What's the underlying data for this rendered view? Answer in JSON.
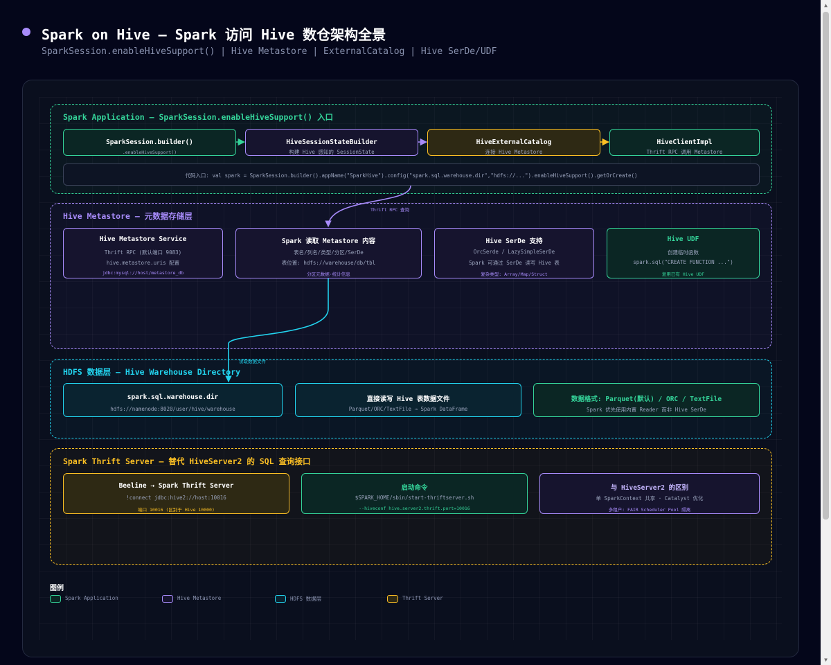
{
  "header": {
    "title": "Spark on Hive — Spark 访问 Hive 数仓架构全景",
    "subtitle": "SparkSession.enableHiveSupport() | Hive Metastore | ExternalCatalog | Hive SerDe/UDF"
  },
  "layers": {
    "spark": {
      "title": "Spark Application — SparkSession.enableHiveSupport() 入口",
      "nodes": [
        {
          "title": "SparkSession.builder()",
          "sub": ".enableHiveSupport()"
        },
        {
          "title": "HiveSessionStateBuilder",
          "sub": "构建 Hive 感知的 SessionState"
        },
        {
          "title": "HiveExternalCatalog",
          "sub": "连接 Hive Metastore"
        },
        {
          "title": "HiveClientImpl",
          "sub": "Thrift RPC 调用 Metastore"
        }
      ],
      "code": "代码入口: val spark = SparkSession.builder().appName(\"SparkHive\").config(\"spark.sql.warehouse.dir\",\"hdfs://...\").enableHiveSupport().getOrCreate()"
    },
    "hive": {
      "title": "Hive Metastore — 元数据存储层",
      "nodes": [
        {
          "title": "Hive Metastore Service",
          "line1": "Thrift RPC (默认端口 9083)",
          "line2": "hive.metastore.uris 配置",
          "extra": "jdbc:mysql://host/metastore_db"
        },
        {
          "title": "Spark 读取 Metastore 内容",
          "line1": "表名/列名/类型/分区/SerDe",
          "line2": "表位置: hdfs://warehouse/db/tbl",
          "extra": "分区元数据·统计信息"
        },
        {
          "title": "Hive SerDe 支持",
          "line1": "OrcSerde / LazySimpleSerDe",
          "line2": "Spark 可通过 SerDe 读写 Hive 表",
          "extra": "复杂类型: Array/Map/Struct"
        },
        {
          "title": "Hive UDF",
          "line1": "创建临时函数",
          "line2": "spark.sql(\"CREATE FUNCTION ...\")",
          "extra": "复用已有 Hive UDF"
        }
      ]
    },
    "hdfs": {
      "title": "HDFS 数据层 — Hive Warehouse Directory",
      "nodes": [
        {
          "title": "spark.sql.warehouse.dir",
          "sub": "hdfs://namenode:8020/user/hive/warehouse"
        },
        {
          "title": "直接读写 Hive 表数据文件",
          "sub": "Parquet/ORC/TextFile → Spark DataFrame"
        },
        {
          "title": "数据格式: Parquet(默认) / ORC / TextFile",
          "sub": "Spark 优先使用内置 Reader 而非 Hive SerDe"
        }
      ]
    },
    "thrift": {
      "title": "Spark Thrift Server — 替代 HiveServer2 的 SQL 查询接口",
      "nodes": [
        {
          "title": "Beeline → Spark Thrift Server",
          "line1": "!connect jdbc:hive2://host:10016",
          "extra": "端口 10016 (区别于 Hive 10000)"
        },
        {
          "title": "启动命令",
          "line1": "$SPARK_HOME/sbin/start-thriftserver.sh",
          "extra": "--hiveconf hive.server2.thrift.port=10016"
        },
        {
          "title": "与 HiveServer2 的区别",
          "line1": "单 SparkContext 共享 · Catalyst 优化",
          "extra": "多租户: FAIR Scheduler Pool 隔离"
        }
      ]
    }
  },
  "edges": {
    "thrift_rpc_label": "Thrift RPC 查询",
    "read_files_label": "读取数据文件"
  },
  "legend": {
    "title": "图例",
    "items": [
      "Spark Application",
      "Hive Metastore",
      "HDFS 数据层",
      "Thrift Server"
    ]
  },
  "colors": {
    "spark": "#34d399",
    "hive": "#a78bfa",
    "hdfs": "#22d3ee",
    "thrift": "#fbbf24",
    "background": "#04061a"
  }
}
